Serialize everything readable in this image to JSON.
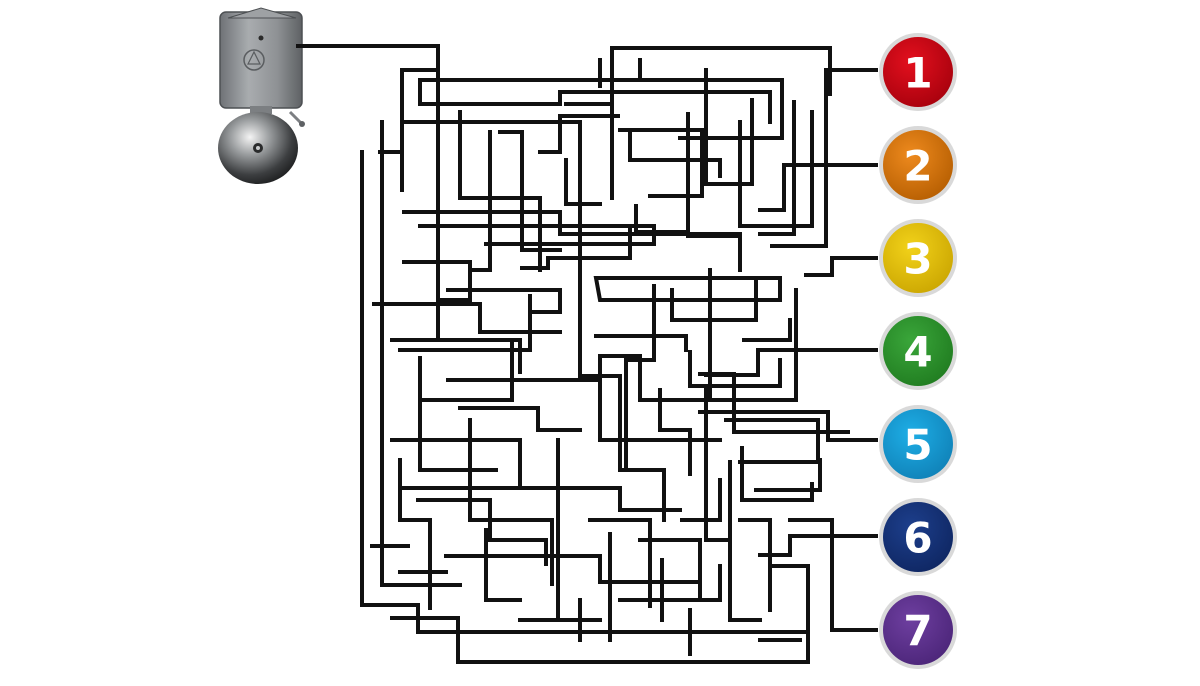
{
  "puzzle": {
    "buttons": [
      {
        "label": "1",
        "color": "#e3101e",
        "shade": "#a4000c"
      },
      {
        "label": "2",
        "color": "#ee8a1e",
        "shade": "#b35c00"
      },
      {
        "label": "3",
        "color": "#f2d21a",
        "shade": "#c9a400"
      },
      {
        "label": "4",
        "color": "#3aa63a",
        "shade": "#1f7a1f"
      },
      {
        "label": "5",
        "color": "#1eaee6",
        "shade": "#0f7fb5"
      },
      {
        "label": "6",
        "color": "#1d3f8c",
        "shade": "#0e2560"
      },
      {
        "label": "7",
        "color": "#6e3fa0",
        "shade": "#4a2477"
      }
    ],
    "wire_color": "#111111",
    "bell": {
      "icon": "electric-bell-icon",
      "housing_color": "#8e9194",
      "dome_color": "#6a6d70"
    }
  }
}
